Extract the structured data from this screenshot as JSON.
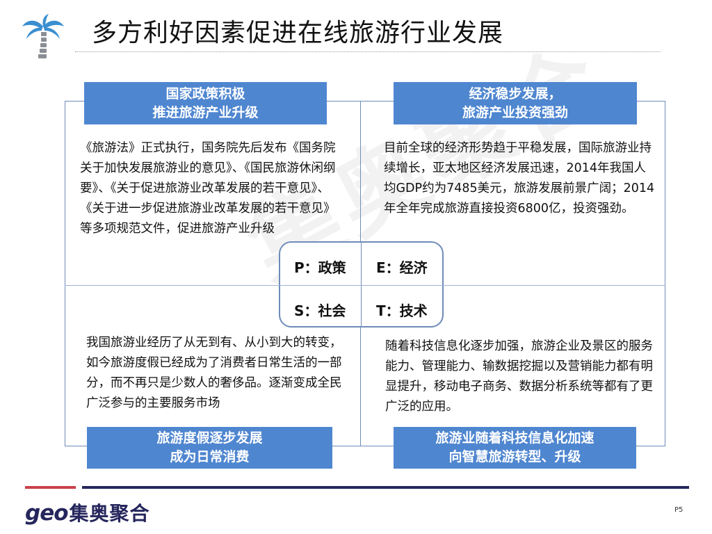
{
  "header": {
    "title": "多方利好因素促进在线旅游行业发展",
    "logo_icon": "palm-tree-icon"
  },
  "watermark": {
    "text": "集奥聚合"
  },
  "quadrants": [
    {
      "key": "political",
      "header_line1": "国家政策积极",
      "header_line2": "推进旅游产业升级",
      "body": "《旅游法》正式执行，国务院先后发布《国务院关于加快发展旅游业的意见》、《国民旅游休闲纲要》、《关于促进旅游业改革发展的若干意见》、《关于进一步促进旅游业改革发展的若干意见》等多项规范文件，促进旅游产业升级"
    },
    {
      "key": "economic",
      "header_line1": "经济稳步发展，",
      "header_line2": "旅游产业投资强劲",
      "body": "目前全球的经济形势趋于平稳发展，国际旅游业持续增长，亚太地区经济发展迅速，2014年我国人均GDP约为7485美元，旅游发展前景广阔；2014年全年完成旅游直接投资6800亿，投资强劲。"
    },
    {
      "key": "social",
      "header_line1": "旅游度假逐步发展",
      "header_line2": "成为日常消费",
      "body": "我国旅游业经历了从无到有、从小到大的转变，如今旅游度假已经成为了消费者日常生活的一部分，而不再只是少数人的奢侈品。逐渐变成全民广泛参与的主要服务市场"
    },
    {
      "key": "technological",
      "header_line1": "旅游业随着科技信息化加速",
      "header_line2": "向智慧旅游转型、升级",
      "body": "随着科技信息化逐步加强，旅游企业及景区的服务能力、管理能力、输数据挖掘以及营销能力都有明显提升，移动电子商务、数据分析系统等都有了更广泛的应用。"
    }
  ],
  "pest": {
    "p": "P：政策",
    "e": "E：经济",
    "s": "S：社会",
    "t": "T：技术"
  },
  "footer": {
    "brand_latin": "geo",
    "brand_cn": "集奥聚合",
    "page": "P5"
  },
  "colors": {
    "header_box": "#4f86d0",
    "frame_line": "#6e8bb8",
    "footer_red": "#c9414b",
    "footer_navy": "#25265c"
  }
}
